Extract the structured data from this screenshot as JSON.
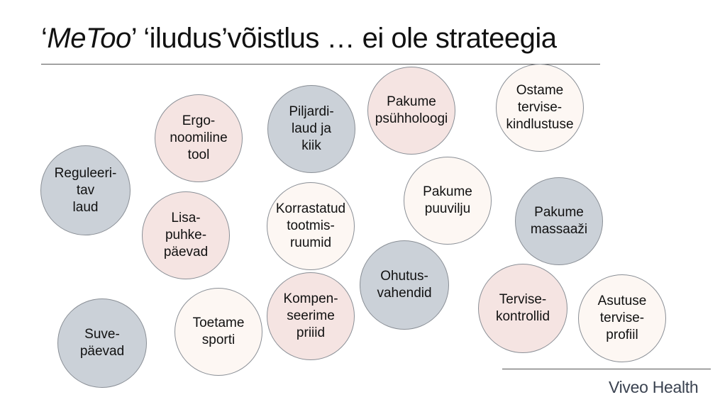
{
  "slide": {
    "title": {
      "prefix": "‘",
      "italic": "MeToo",
      "suffix": "’ ‘iludus’võistlus … ei ole strateegia"
    },
    "brand": "Viveo Health",
    "colors": {
      "gray": "#cbd1d8",
      "pink": "#f5e4e2",
      "cream": "#fdf7f3",
      "outline": "#8a8f96"
    },
    "bubbles": [
      {
        "id": "reguleeritav-laud",
        "text": "Reguleeri-\ntav\nlaud",
        "fill": "gray"
      },
      {
        "id": "ergonoomiline-tool",
        "text": "Ergo-\nnoomiline\ntool",
        "fill": "pink"
      },
      {
        "id": "piljardilaud-ja-kiik",
        "text": "Piljardi-\nlaud ja\nkiik",
        "fill": "gray"
      },
      {
        "id": "pakume-psuhholoogi",
        "text": "Pakume\npsühholoogi",
        "fill": "pink"
      },
      {
        "id": "ostame-tervisekindlustuse",
        "text": "Ostame\ntervise-\nkindlustuse",
        "fill": "cream"
      },
      {
        "id": "lisapuhkepaevad",
        "text": "Lisa-\npuhke-\npäevad",
        "fill": "pink"
      },
      {
        "id": "korrastatud-tootmisruumid",
        "text": "Korrastatud\ntootmis-\nruumid",
        "fill": "cream"
      },
      {
        "id": "pakume-puuvilju",
        "text": "Pakume\npuuvilju",
        "fill": "cream"
      },
      {
        "id": "pakume-massaazi",
        "text": "Pakume\nmassaaži",
        "fill": "gray"
      },
      {
        "id": "ohutusvahendid",
        "text": "Ohutus-\nvahendid",
        "fill": "gray"
      },
      {
        "id": "suvepaevad",
        "text": "Suve-\npäevad",
        "fill": "gray"
      },
      {
        "id": "toetame-sporti",
        "text": "Toetame\nsporti",
        "fill": "cream"
      },
      {
        "id": "kompenseerime-priiid",
        "text": "Kompen-\nseerime\npriiid",
        "fill": "pink"
      },
      {
        "id": "tervisekontrollid",
        "text": "Tervise-\nkontrollid",
        "fill": "pink"
      },
      {
        "id": "asutuse-terviseprofiil",
        "text": "Asutuse\ntervise-\nprofiil",
        "fill": "cream"
      }
    ]
  }
}
